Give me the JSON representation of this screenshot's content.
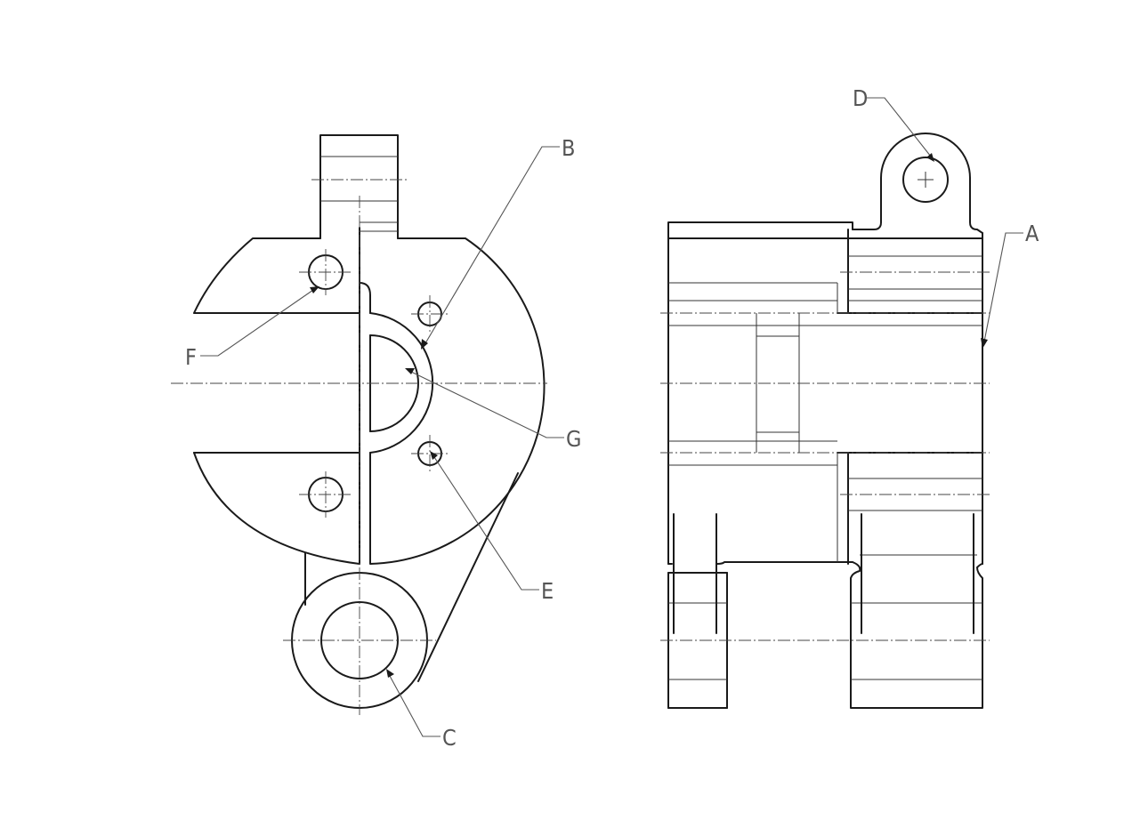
{
  "diagram": {
    "type": "engineering-drawing",
    "views": [
      "front",
      "side"
    ],
    "callouts": [
      {
        "id": "A",
        "label": "A"
      },
      {
        "id": "B",
        "label": "B"
      },
      {
        "id": "C",
        "label": "C"
      },
      {
        "id": "D",
        "label": "D"
      },
      {
        "id": "E",
        "label": "E"
      },
      {
        "id": "F",
        "label": "F"
      },
      {
        "id": "G",
        "label": "G"
      }
    ],
    "colors": {
      "line": "#1a1a1a",
      "leader": "#555555",
      "background": "#ffffff"
    }
  }
}
